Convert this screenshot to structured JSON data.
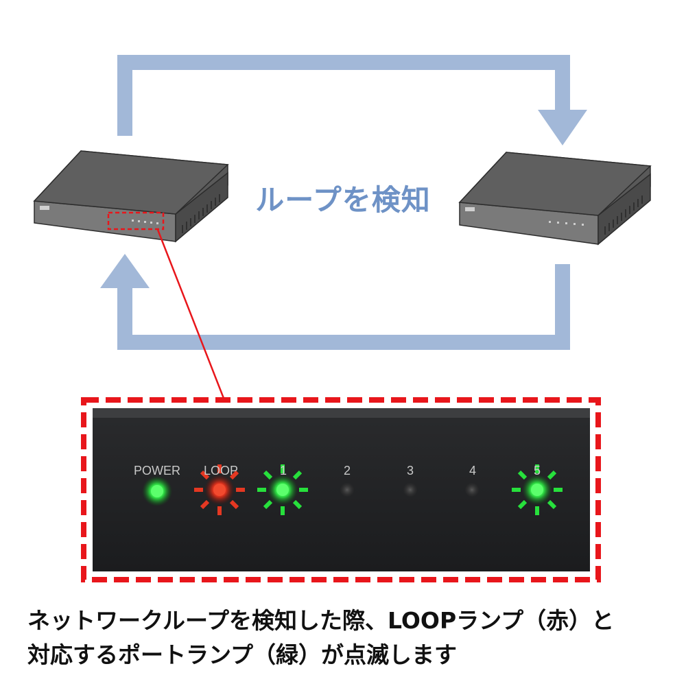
{
  "diagram": {
    "center_label": "ループを検知",
    "panel": {
      "led_labels": [
        "POWER",
        "LOOP",
        "1",
        "2",
        "3",
        "4",
        "5"
      ],
      "led_states": [
        "on-green",
        "blink-red",
        "blink-green",
        "off",
        "off",
        "off",
        "blink-green"
      ]
    },
    "colors": {
      "loop_arrow": "#a2b8d8",
      "highlight_border": "#e8161b",
      "led_green": "#27e03c",
      "led_red": "#e53822"
    }
  },
  "caption": {
    "line1": "ネットワークループを検知した際、LOOPランプ（赤）と",
    "line2": "対応するポートランプ（緑）が点滅します"
  }
}
